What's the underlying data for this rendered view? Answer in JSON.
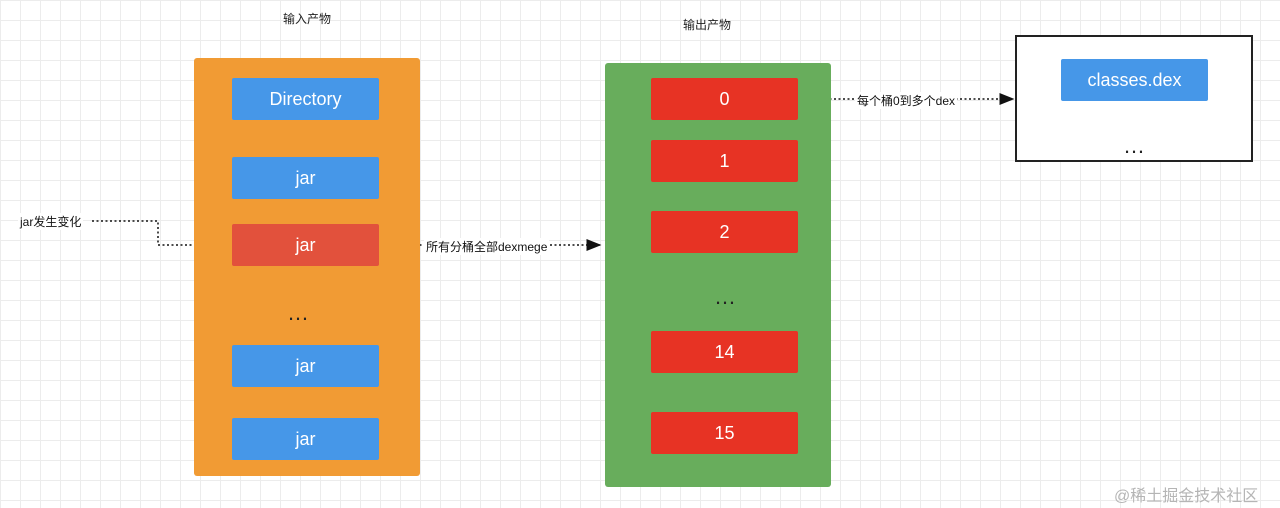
{
  "input": {
    "title": "输入产物",
    "items": [
      "Directory",
      "jar",
      "jar",
      "…",
      "jar",
      "jar"
    ]
  },
  "output": {
    "title": "输出产物",
    "buckets": [
      "0",
      "1",
      "2",
      "…",
      "14",
      "15"
    ]
  },
  "dex": {
    "file": "classes.dex",
    "more": "…"
  },
  "labels": {
    "jar_changed": "jar发生变化",
    "all_buckets": "所有分桶全部dexmege",
    "each_bucket": "每个桶0到多个dex"
  },
  "colors": {
    "input_panel": "#f19b34",
    "output_panel": "#68ad5c",
    "blue_block": "#4697e8",
    "red_block": "#e73324",
    "changed_block": "#e2513c"
  },
  "watermark": "@稀土掘金技术社区"
}
